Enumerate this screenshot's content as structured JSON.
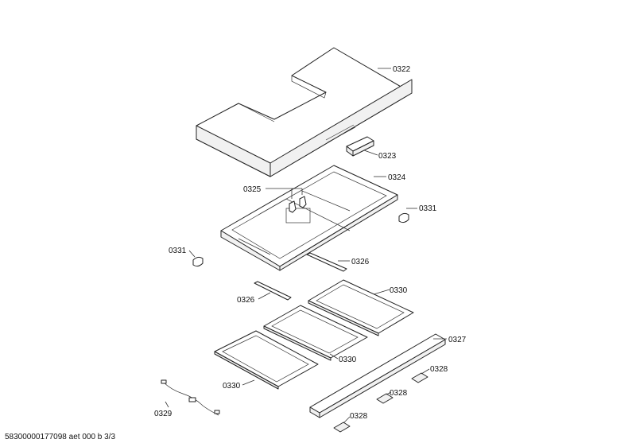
{
  "parts": {
    "p0322": "0322",
    "p0323": "0323",
    "p0324": "0324",
    "p0325": "0325",
    "p0331a": "0331",
    "p0331b": "0331",
    "p0326a": "0326",
    "p0326b": "0326",
    "p0330a": "0330",
    "p0330b": "0330",
    "p0330c": "0330",
    "p0327": "0327",
    "p0328a": "0328",
    "p0328b": "0328",
    "p0328c": "0328",
    "p0329": "0329"
  },
  "footer": "58300000177098 aet 000 b 3/3"
}
